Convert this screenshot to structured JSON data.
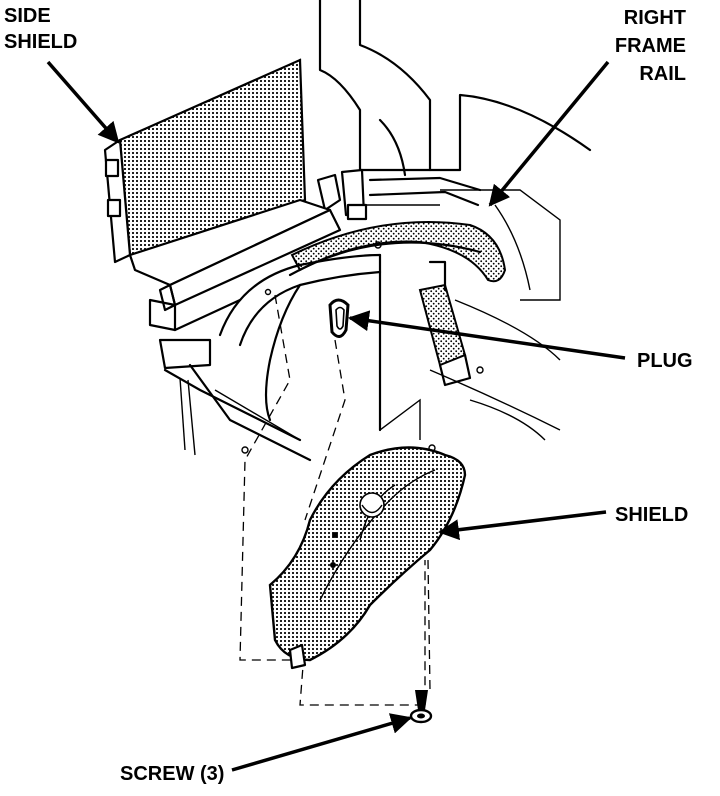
{
  "labels": {
    "side_shield_1": "SIDE",
    "side_shield_2": "SHIELD",
    "frame_rail_1": "RIGHT",
    "frame_rail_2": "FRAME",
    "frame_rail_3": "RAIL",
    "plug": "PLUG",
    "shield": "SHIELD",
    "screw": "SCREW (3)"
  }
}
